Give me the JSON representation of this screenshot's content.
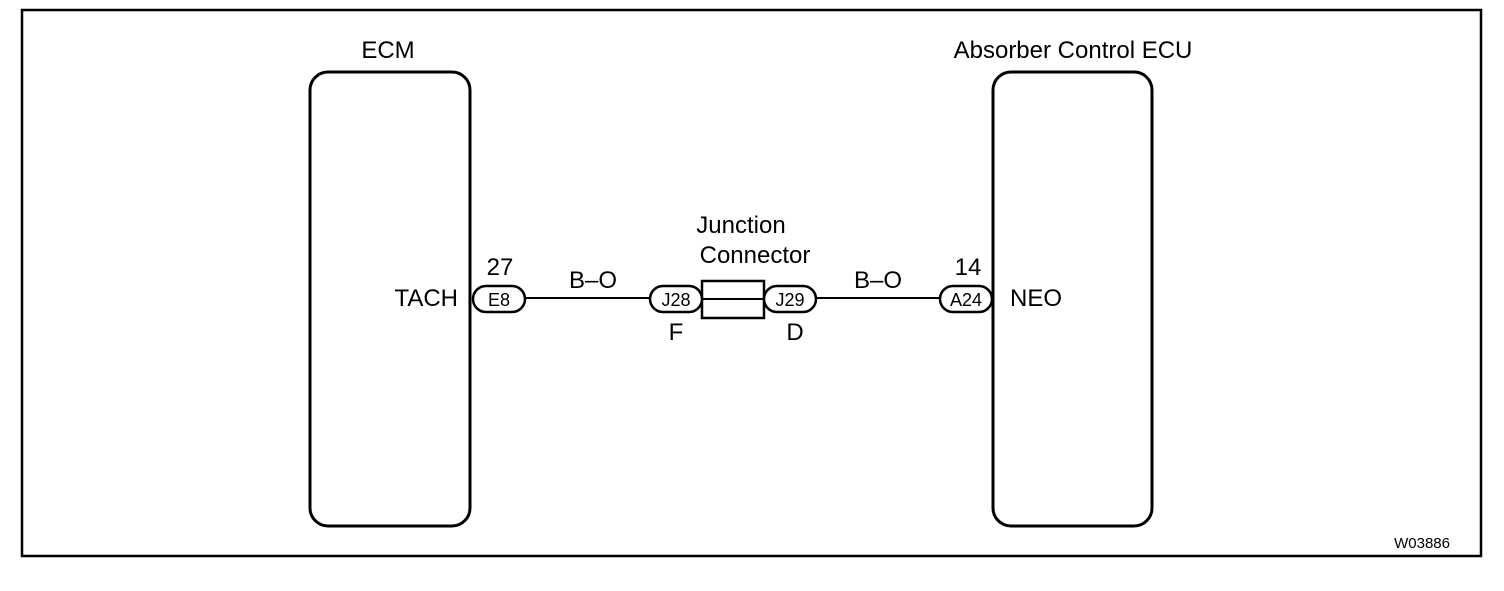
{
  "ecm": {
    "title": "ECM",
    "signal": "TACH",
    "pin": "27",
    "connector": "E8"
  },
  "absorber_ecu": {
    "title": "Absorber Control ECU",
    "signal": "NEO",
    "pin": "14",
    "connector": "A24"
  },
  "junction": {
    "title_line1": "Junction",
    "title_line2": "Connector",
    "left_connector": "J28",
    "left_label": "F",
    "right_connector": "J29",
    "right_label": "D"
  },
  "wires": {
    "left_color": "B–O",
    "right_color": "B–O"
  },
  "figure_code": "W03886"
}
